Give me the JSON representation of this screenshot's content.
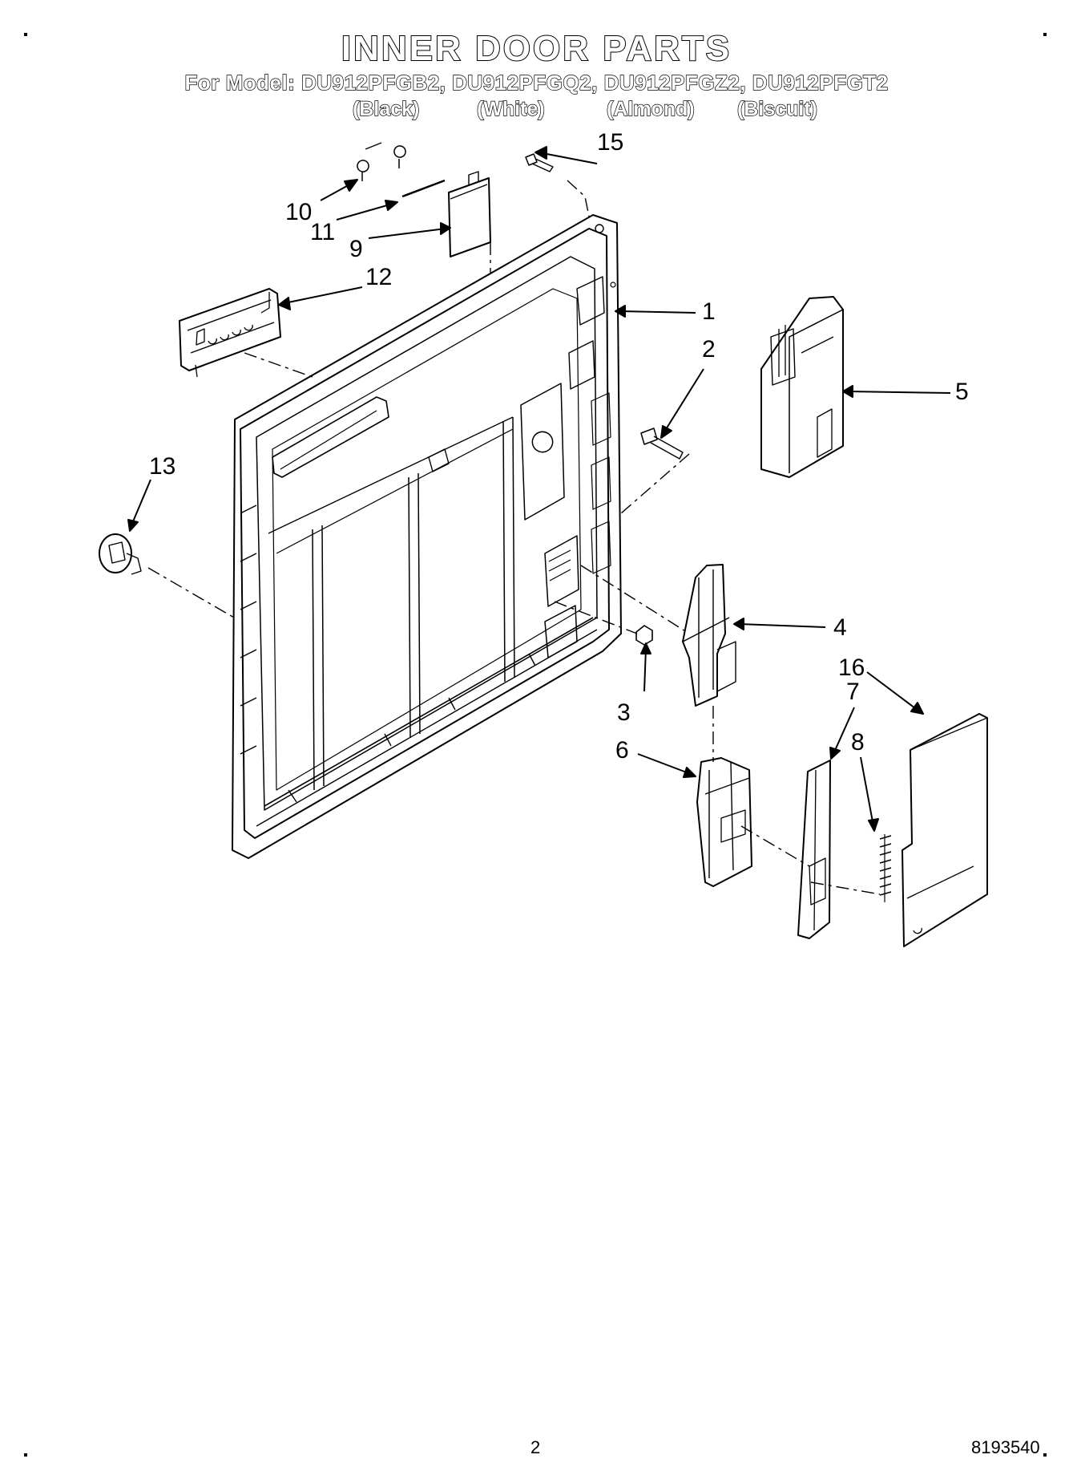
{
  "title": "INNER DOOR PARTS",
  "models_line": "For Model: DU912PFGB2, DU912PFGQ2, DU912PFGZ2, DU912PFGT2",
  "colors": [
    "(Black)",
    "(White)",
    "(Almond)",
    "(Biscuit)"
  ],
  "callouts": {
    "c1": "1",
    "c2": "2",
    "c3": "3",
    "c4": "4",
    "c5": "5",
    "c6": "6",
    "c7": "7",
    "c8": "8",
    "c9": "9",
    "c10": "10",
    "c11": "11",
    "c12": "12",
    "c13": "13",
    "c15": "15",
    "c16": "16"
  },
  "footer": {
    "page_number": "2",
    "doc_number": "8193540"
  }
}
